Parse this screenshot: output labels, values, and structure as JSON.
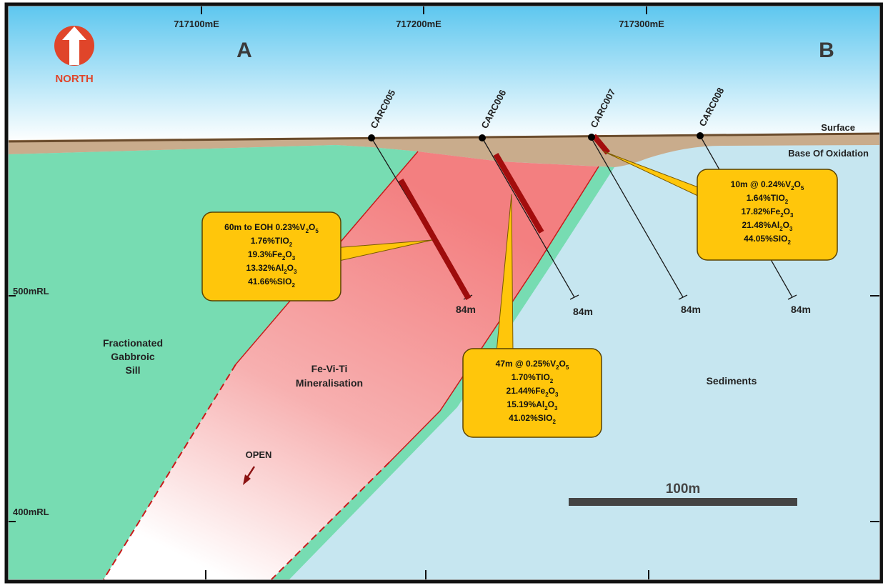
{
  "section_ends": {
    "left": "A",
    "right": "B"
  },
  "north_arrow": {
    "label": "NORTH",
    "icon": "north-arrow-icon",
    "color": "#e0452a"
  },
  "eastings": [
    "717100mE",
    "717200mE",
    "717300mE"
  ],
  "rl_labels": [
    "500mRL",
    "400mRL"
  ],
  "surface_labels": {
    "surface": "Surface",
    "oxidation": "Base Of Oxidation"
  },
  "units": {
    "gabbro": "Fractionated Gabbroic Sill",
    "gabbro_lines": [
      "Fractionated",
      "Gabbroic",
      "Sill"
    ],
    "mineral_lines": [
      "Fe-Vi-Ti",
      "Mineralisation"
    ],
    "sediments": "Sediments"
  },
  "open_label": "OPEN",
  "drillholes": [
    {
      "name": "CARC005",
      "depth": "84m"
    },
    {
      "name": "CARC006",
      "depth": "84m"
    },
    {
      "name": "CARC007",
      "depth": "84m"
    },
    {
      "name": "CARC008",
      "depth": "84m"
    }
  ],
  "callouts": [
    {
      "hole": "CARC005",
      "lines": [
        [
          "60m to EOH 0.23%V",
          "2",
          "O",
          "5",
          ""
        ],
        [
          "1.76%TIO",
          "2",
          "",
          "",
          ""
        ],
        [
          "19.3%Fe",
          "2",
          "O",
          "3",
          ""
        ],
        [
          "13.32%Al",
          "2",
          "O",
          "3",
          ""
        ],
        [
          "41.66%SIO",
          "2",
          "",
          "",
          ""
        ]
      ]
    },
    {
      "hole": "CARC006",
      "lines": [
        [
          "47m @ 0.25%V",
          "2",
          "O",
          "5",
          ""
        ],
        [
          "1.70%TIO",
          "2",
          "",
          "",
          ""
        ],
        [
          "21.44%Fe",
          "2",
          "O",
          "3",
          ""
        ],
        [
          "15.19%Al",
          "2",
          "O",
          "3",
          ""
        ],
        [
          "41.02%SIO",
          "2",
          "",
          "",
          ""
        ]
      ]
    },
    {
      "hole": "CARC007",
      "lines": [
        [
          "10m @ 0.24%V",
          "2",
          "O",
          "5",
          ""
        ],
        [
          "1.64%TIO",
          "2",
          "",
          "",
          ""
        ],
        [
          "17.82%Fe",
          "2",
          "O",
          "3",
          ""
        ],
        [
          "21.48%Al",
          "2",
          "O",
          "3",
          ""
        ],
        [
          "44.05%SIO",
          "2",
          "",
          "",
          ""
        ]
      ]
    }
  ],
  "scale_bar": {
    "label": "100m"
  },
  "colors": {
    "sky_top": "#5ec7ef",
    "sky_bottom": "#ffffff",
    "gabbro": "#77dcb2",
    "mineral": "#f48a8a",
    "sediment": "#c6e6f0",
    "oxidation": "#c9ac8c",
    "intercept": "#a30d0d",
    "callout": "#ffc60b"
  }
}
